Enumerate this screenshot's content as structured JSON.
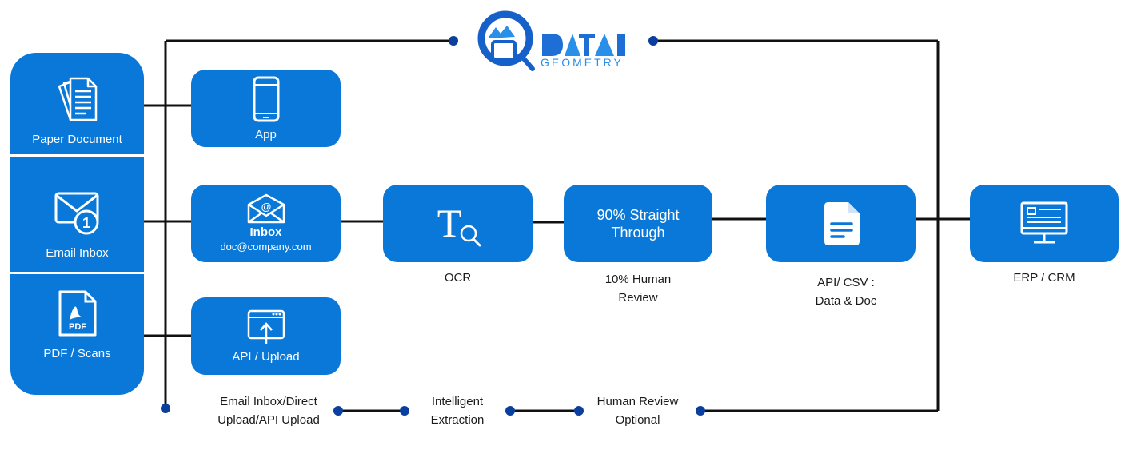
{
  "brand": {
    "logo_text": "GEOMETRY"
  },
  "sources": [
    {
      "label": "Paper Document",
      "icon": "paper-document-icon"
    },
    {
      "label": "Email Inbox",
      "icon": "email-inbox-icon"
    },
    {
      "label": "PDF / Scans",
      "icon": "pdf-icon",
      "icon_text": "PDF"
    }
  ],
  "channels": {
    "app": {
      "label": "App",
      "icon": "smartphone-icon"
    },
    "inbox": {
      "title": "Inbox",
      "address": "doc@company.com",
      "icon": "email-at-icon"
    },
    "upload": {
      "label": "API / Upload",
      "icon": "upload-window-icon"
    }
  },
  "pipeline": {
    "ocr": {
      "caption": "OCR",
      "icon": "text-search-icon",
      "icon_text": "T"
    },
    "review": {
      "title_line1": "90% Straight",
      "title_line2": "Through",
      "caption_line1": "10% Human",
      "caption_line2": "Review"
    },
    "export": {
      "caption_line1": "API/  CSV :",
      "caption_line2": "Data & Doc",
      "icon": "document-icon"
    },
    "erp": {
      "caption": "ERP / CRM",
      "icon": "monitor-icon"
    }
  },
  "timeline": [
    {
      "line1": "Email Inbox/Direct",
      "line2": "Upload/API Upload"
    },
    {
      "line1": "Intelligent",
      "line2": "Extraction"
    },
    {
      "line1": "Human Review",
      "line2": "Optional"
    }
  ],
  "colors": {
    "primary": "#0a78d8",
    "line": "#111111",
    "dot": "#0b3f9e",
    "accent": "#2a8fe8"
  }
}
